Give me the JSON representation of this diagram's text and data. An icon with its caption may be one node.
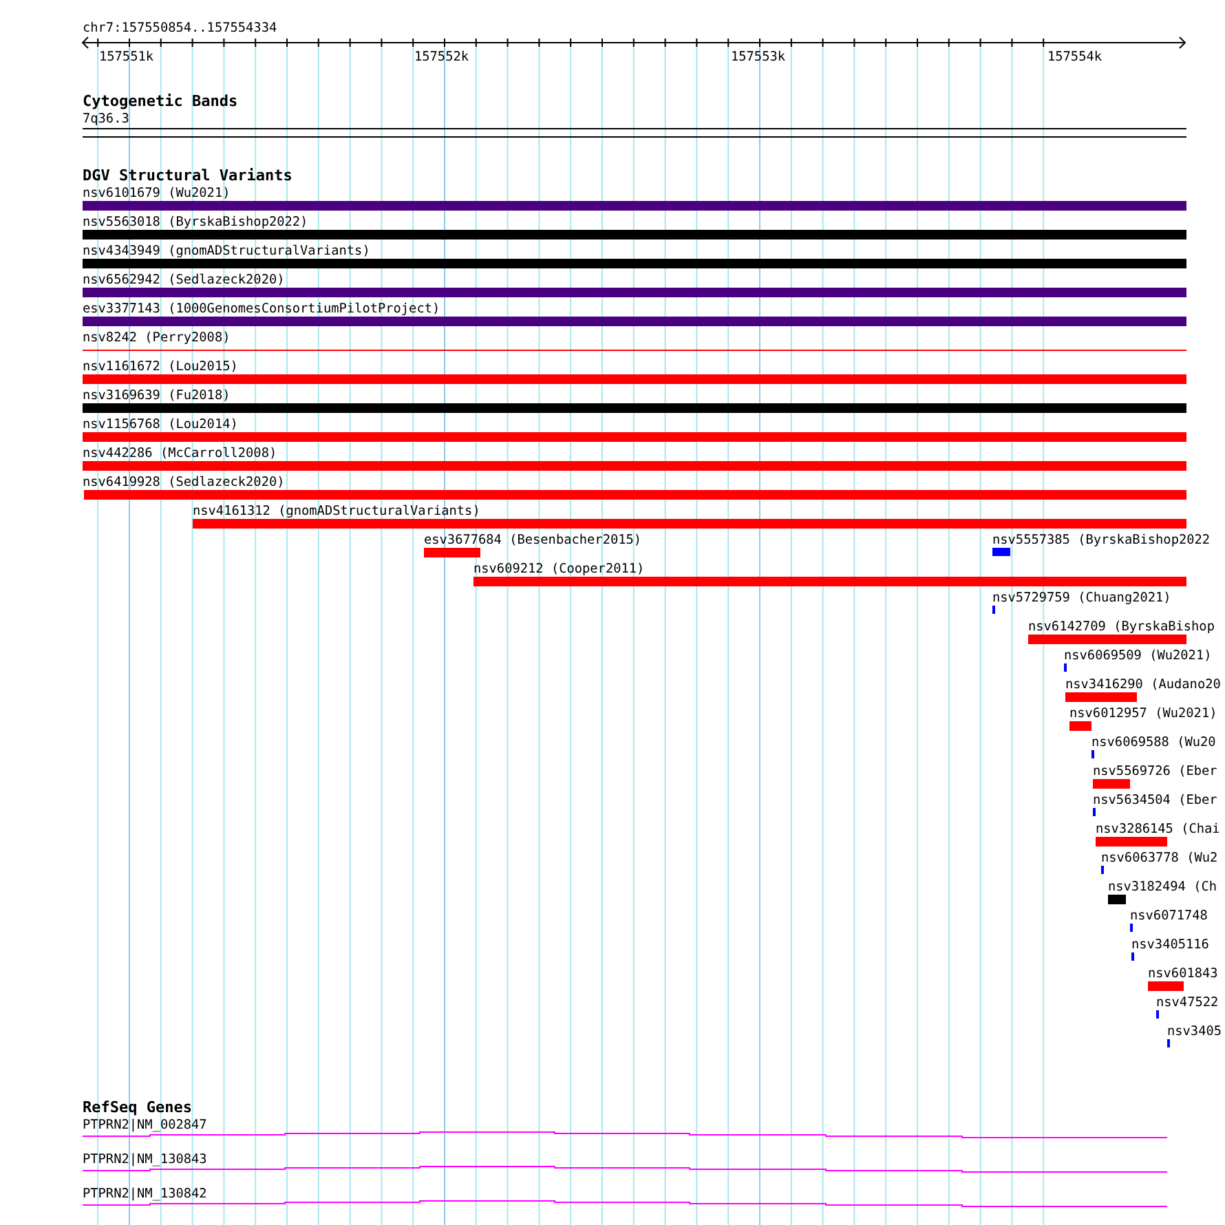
{
  "diagram": {
    "nodes": [
      {
        "text": [
          "7q36.3"
        ]
      },
      {
        "text": [
          "nsv6101679 (Wu2021)"
        ]
      },
      {
        "text": [
          "nsv5563018 (ByrskaBishop2022)"
        ]
      },
      {
        "text": [
          "nsv4343949 (gnomADStructuralVariants)"
        ]
      },
      {
        "text": [
          "nsv6562942 (Sedlazeck2020)"
        ]
      },
      {
        "text": [
          "esv3377143 (1000GenomesConsortiumPilotProject)"
        ]
      },
      {
        "text": [
          "nsv8242 (Perry2008)"
        ]
      },
      {
        "text": [
          "nsv1161672 (Lou2015)"
        ]
      },
      {
        "text": [
          "nsv3169639 (Fu2018)"
        ]
      },
      {
        "text": [
          "nsv1156768 (Lou2014)"
        ]
      },
      {
        "text": [
          "nsv442286 (McCarroll2008)"
        ]
      },
      {
        "text": [
          "nsv6419928 (Sedlazeck2020)"
        ]
      },
      {
        "text": [
          "nsv4161312 (gnomADStructuralVariants)"
        ]
      },
      {
        "text": [
          "esv3677684 (Besenbacher2015)"
        ]
      },
      {
        "text": [
          "nsv5557385 (ByrskaBishop2022"
        ]
      },
      {
        "text": [
          "nsv609212 (Cooper2011)"
        ]
      },
      {
        "text": [
          "nsv5729759 (Chuang2021)"
        ]
      },
      {
        "text": [
          "nsv6142709 (ByrskaBishop"
        ]
      },
      {
        "text": [
          "nsv6069509 (Wu2021)"
        ]
      },
      {
        "text": [
          "nsv3416290 (Audano20"
        ]
      },
      {
        "text": [
          "nsv6012957 (Wu2021)"
        ]
      },
      {
        "text": [
          "nsv6069588 (Wu20"
        ]
      },
      {
        "text": [
          "nsv5569726 (Eber"
        ]
      },
      {
        "text": [
          "nsv5634504 (Eber"
        ]
      },
      {
        "text": [
          "nsv3286145 (Chai"
        ]
      },
      {
        "text": [
          "nsv6063778 (Wu2"
        ]
      },
      {
        "text": [
          "nsv3182494 (Ch"
        ]
      },
      {
        "text": [
          "nsv6071748"
        ]
      },
      {
        "text": [
          "nsv3405116"
        ]
      },
      {
        "text": [
          "nsv601843"
        ]
      },
      {
        "text": [
          "nsv47522"
        ]
      },
      {
        "text": [
          "nsv3405"
        ]
      },
      {
        "text": [
          "PTPRN2|NM_002847"
        ]
      },
      {
        "text": [
          "PTPRN2|NM_130843"
        ]
      },
      {
        "text": [
          "PTPRN2|NM_130842"
        ]
      }
    ],
    "labels": [
      "chr7:157550854..157554334",
      "157551k",
      "157552k",
      "157553k",
      "157554k",
      "Cytogenetic Bands",
      "DGV Structural Variants",
      "RefSeq Genes"
    ]
  }
}
